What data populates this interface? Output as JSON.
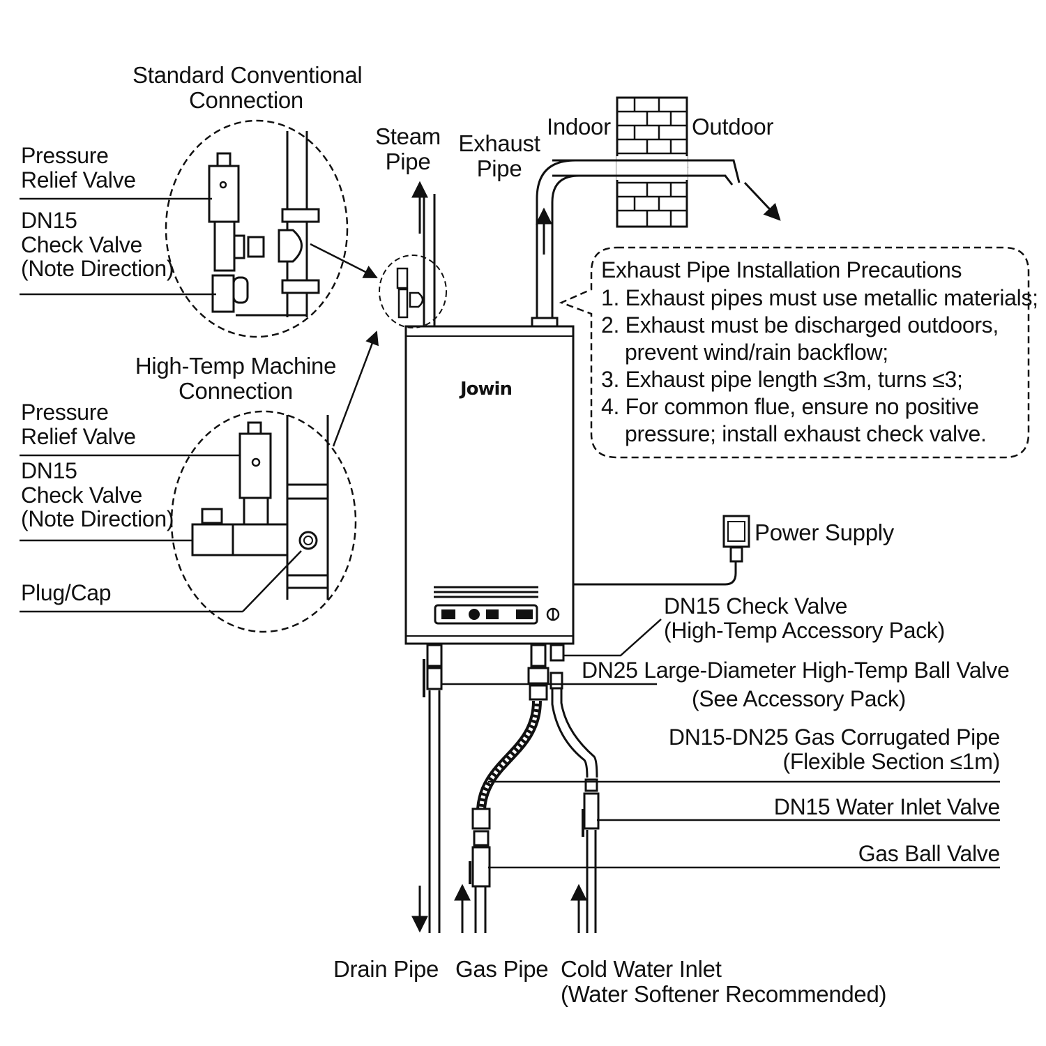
{
  "brand": "Jowin",
  "standard_connection": {
    "title": [
      "Standard Conventional",
      "Connection"
    ],
    "pressure_relief_valve": [
      "Pressure",
      "Relief Valve"
    ],
    "check_valve": [
      "DN15",
      "Check Valve",
      "(Note Direction)"
    ]
  },
  "hightemp_connection": {
    "title": [
      "High-Temp Machine",
      "Connection"
    ],
    "pressure_relief_valve": [
      "Pressure",
      "Relief Valve"
    ],
    "check_valve": [
      "DN15",
      "Check Valve",
      "(Note Direction)"
    ],
    "plug_cap": "Plug/Cap"
  },
  "top_labels": {
    "steam_pipe": [
      "Steam",
      "Pipe"
    ],
    "exhaust_pipe": [
      "Exhaust",
      "Pipe"
    ],
    "indoor": "Indoor",
    "outdoor": "Outdoor"
  },
  "precautions": {
    "title": "Exhaust Pipe Installation Precautions",
    "items": [
      "1. Exhaust pipes must use metallic materials;",
      "2. Exhaust must be discharged outdoors,",
      "prevent wind/rain backflow;",
      "3. Exhaust pipe length ≤3m, turns ≤3;",
      "4. For common flue, ensure no positive",
      "pressure; install exhaust check valve."
    ]
  },
  "right_labels": {
    "power_supply": "Power Supply",
    "dn15_check_valve": [
      "DN15 Check Valve",
      "(High-Temp Accessory Pack)"
    ],
    "dn25_ball_valve": [
      "DN25 Large-Diameter High-Temp Ball Valve",
      "(See Accessory Pack)"
    ],
    "gas_corrugated_pipe": [
      "DN15-DN25 Gas Corrugated Pipe",
      "(Flexible Section ≤1m)"
    ],
    "water_inlet_valve": "DN15 Water Inlet Valve",
    "gas_ball_valve": "Gas Ball Valve"
  },
  "bottom_labels": {
    "drain_pipe": "Drain Pipe",
    "gas_pipe": "Gas Pipe",
    "cold_water_inlet": [
      "Cold Water Inlet",
      "(Water Softener Recommended)"
    ]
  }
}
